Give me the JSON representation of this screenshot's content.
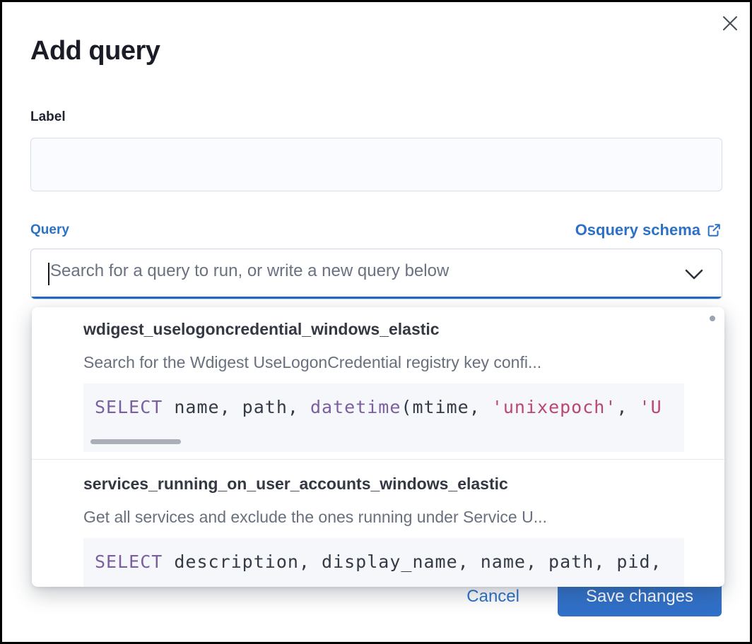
{
  "modal": {
    "title": "Add query"
  },
  "label_field": {
    "label": "Label",
    "value": ""
  },
  "query_field": {
    "label": "Query",
    "schema_link_label": "Osquery schema",
    "search_placeholder": "Search for a query to run, or write a new query below",
    "search_value": ""
  },
  "dropdown": {
    "options": [
      {
        "title": "wdigest_uselogoncredential_windows_elastic",
        "description": "Search for the Wdigest UseLogonCredential registry key confi...",
        "code": [
          {
            "type": "keyword",
            "text": "SELECT"
          },
          {
            "type": "plain",
            "text": " name, path, "
          },
          {
            "type": "keyword",
            "text": "datetime"
          },
          {
            "type": "plain",
            "text": "(mtime, "
          },
          {
            "type": "string",
            "text": "'unixepoch'"
          },
          {
            "type": "plain",
            "text": ", "
          },
          {
            "type": "string",
            "text": "'U"
          }
        ]
      },
      {
        "title": "services_running_on_user_accounts_windows_elastic",
        "description": "Get all services and exclude the ones running under Service U...",
        "code": [
          {
            "type": "keyword",
            "text": "SELECT"
          },
          {
            "type": "plain",
            "text": " description, display_name, name, path, pid,"
          }
        ]
      }
    ]
  },
  "footer": {
    "cancel_label": "Cancel",
    "save_label": "Save changes"
  },
  "colors": {
    "primary_blue": "#2d71c7",
    "focus_bar_blue": "#2369c4",
    "save_button_blue": "#3070c8",
    "sql_keyword_purple": "#7b5fa2",
    "sql_string_pink": "#bc4673",
    "code_background": "#f5f7fa"
  }
}
